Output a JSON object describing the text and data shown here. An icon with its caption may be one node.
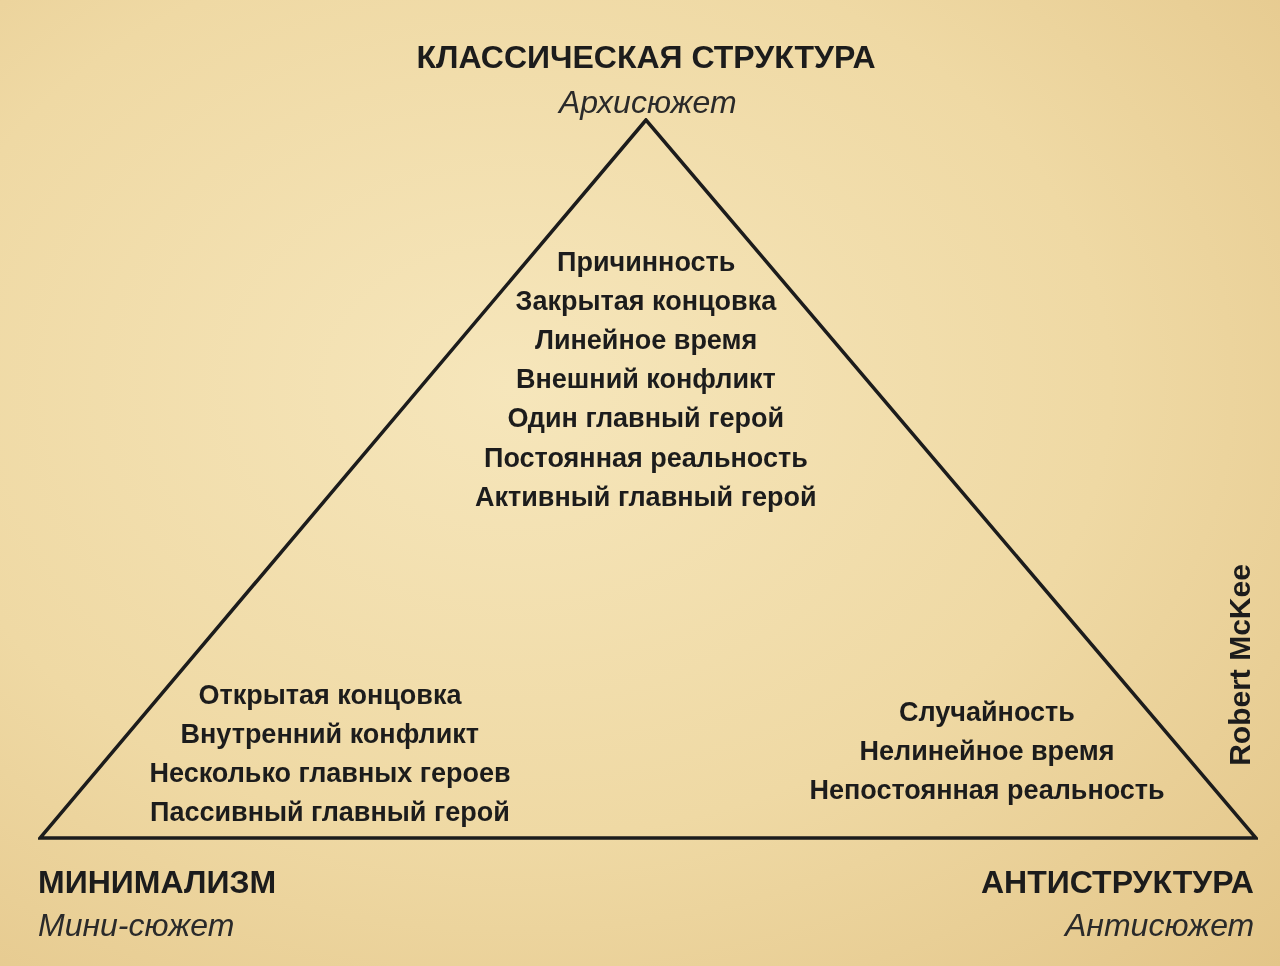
{
  "diagram": {
    "nodes": [
      {
        "text": [
          "Причинность",
          "Закрытая концовка",
          "Линейное время",
          "Внешний конфликт",
          "Один главный герой",
          "Постоянная реальность",
          "Активный главный герой",
          "Открытая концовка",
          "Внутренний конфликт",
          "Несколько главных героев",
          "Пассивный главный герой",
          "Случайность",
          "Нелинейное время",
          "Непостоянная реальность"
        ]
      }
    ],
    "edges": [],
    "labels": [
      "КЛАССИЧЕСКАЯ СТРУКТУРА",
      "Архисюжет",
      "Robert McKee",
      "МИНИМАЛИЗМ",
      "Мини-сюжет",
      "АНТИСТРУКТУРА",
      "Антисюжет"
    ]
  }
}
